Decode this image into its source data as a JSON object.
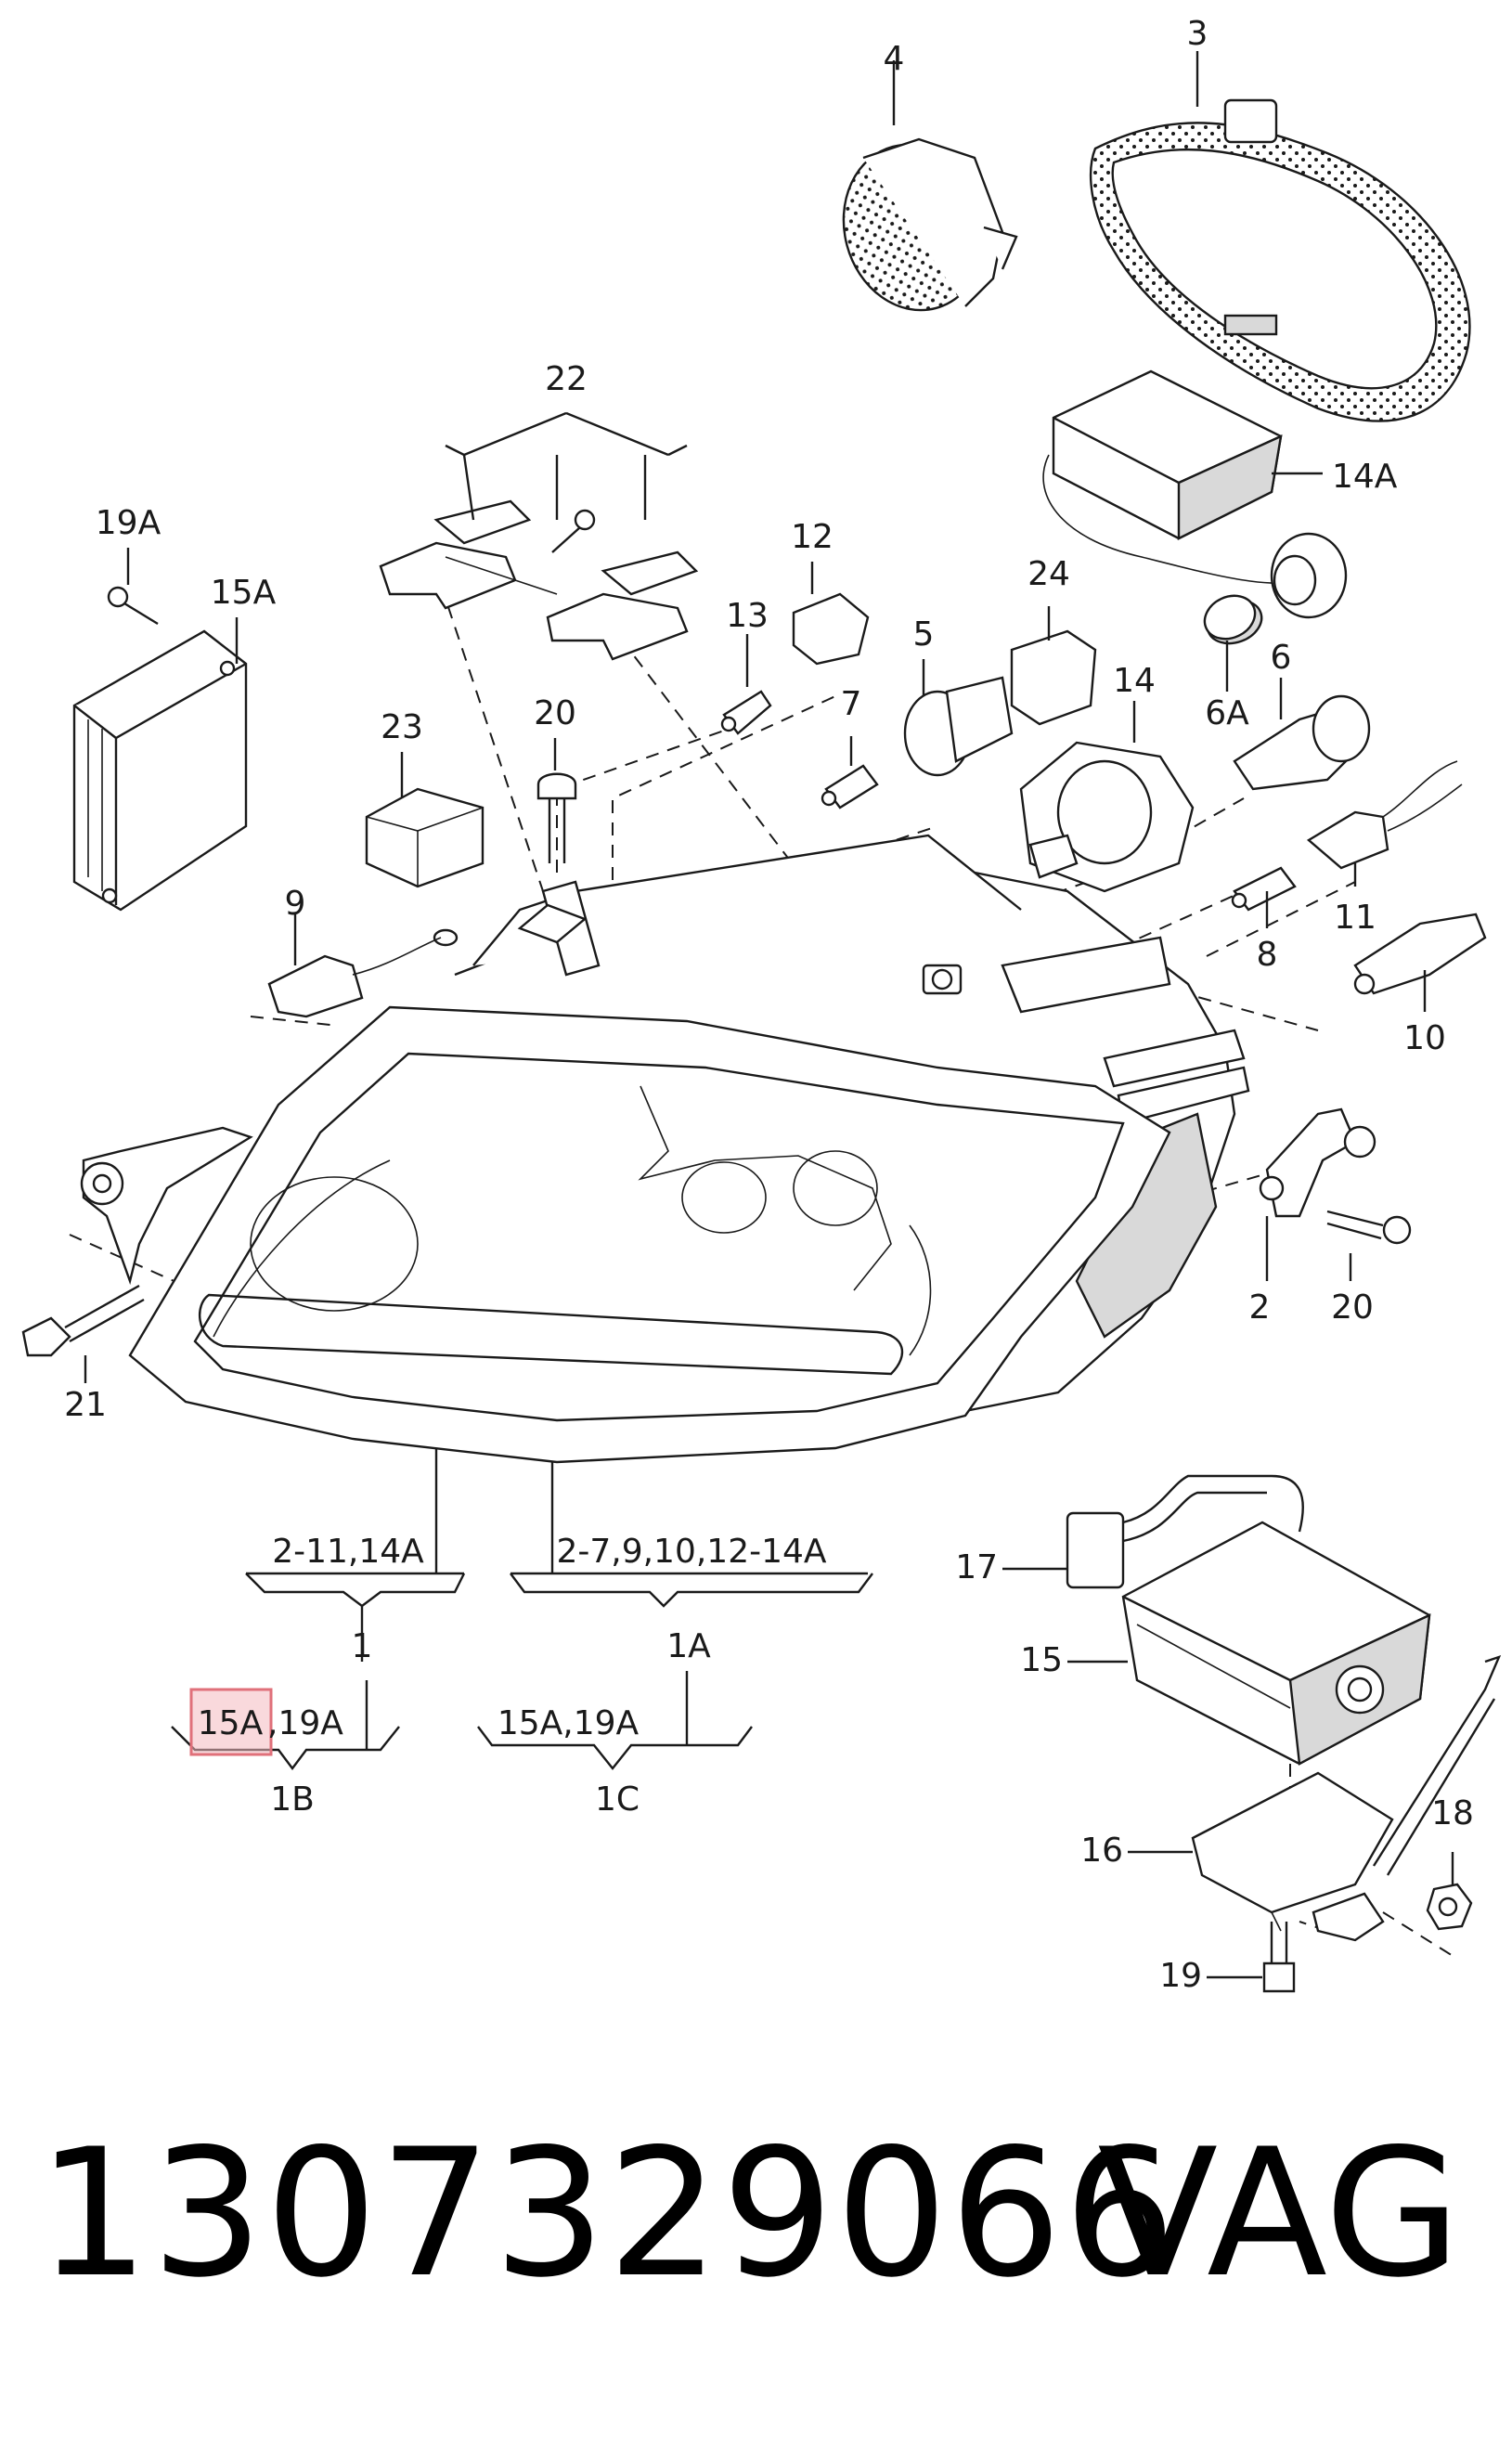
{
  "callouts": {
    "c1": "1",
    "c1A": "1A",
    "c1B": "1B",
    "c1C": "1C",
    "c2": "2",
    "c3": "3",
    "c4": "4",
    "c5": "5",
    "c6": "6",
    "c6A": "6A",
    "c7": "7",
    "c8": "8",
    "c9": "9",
    "c10": "10",
    "c11": "11",
    "c12": "12",
    "c13": "13",
    "c14": "14",
    "c14A": "14A",
    "c15": "15",
    "c15A_left": "15A",
    "c16": "16",
    "c17": "17",
    "c18": "18",
    "c19": "19",
    "c19A_left": "19A",
    "c20_top": "20",
    "c20_right": "20",
    "c21": "21",
    "c22": "22",
    "c23": "23",
    "c24": "24"
  },
  "groups": {
    "group_1": "2-11,14A",
    "group_1A": "2-7,9,10,12-14A",
    "group_1B_a": "15A",
    "group_1B_b": ",19A",
    "group_1C": "15A,19A"
  },
  "highlight": {
    "label": "15A",
    "color": "#e0707a"
  },
  "footer": {
    "part_number": "1307329066",
    "brand": "VAG"
  }
}
